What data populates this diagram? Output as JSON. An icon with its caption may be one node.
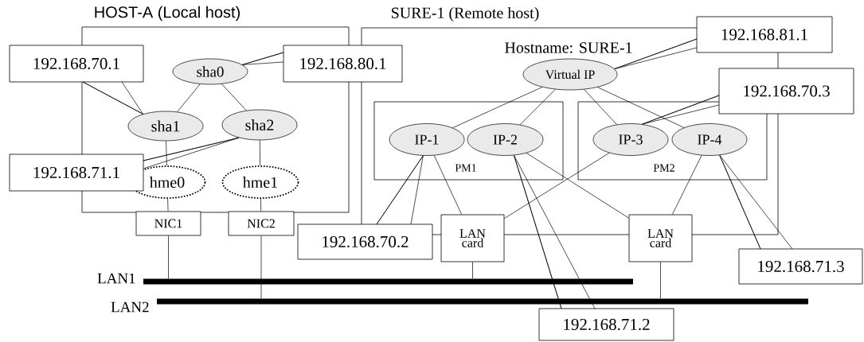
{
  "diagram": {
    "nodes": [
      {
        "text": [
          "HOST-A (Local host)"
        ]
      },
      {
        "text": [
          "SURE-1 (Remote host)",
          "Hostname: SURE-1"
        ]
      },
      {
        "text": [
          "sha0"
        ],
        "in": 0
      },
      {
        "text": [
          "sha1"
        ],
        "in": 0
      },
      {
        "text": [
          "sha2"
        ],
        "in": 0
      },
      {
        "text": [
          "hme0"
        ],
        "in": 0
      },
      {
        "text": [
          "hme1"
        ],
        "in": 0
      },
      {
        "text": [
          "NIC1"
        ]
      },
      {
        "text": [
          "NIC2"
        ]
      },
      {
        "text": [
          "Virtual IP"
        ],
        "in": 1
      },
      {
        "text": [
          "PM1"
        ],
        "in": 1
      },
      {
        "text": [
          "PM2"
        ],
        "in": 1
      },
      {
        "text": [
          "IP-1"
        ],
        "in": 10
      },
      {
        "text": [
          "IP-2"
        ],
        "in": 10
      },
      {
        "text": [
          "IP-3"
        ],
        "in": 11
      },
      {
        "text": [
          "IP-4"
        ],
        "in": 11
      },
      {
        "text": [
          "LAN card"
        ]
      },
      {
        "text": [
          "LAN card"
        ]
      },
      {
        "text": [],
        "shape": "bar",
        "beside": [
          "LAN1"
        ]
      },
      {
        "text": [],
        "shape": "bar",
        "beside": [
          "LAN2"
        ]
      },
      {
        "text": [
          "192.168.70.1"
        ]
      },
      {
        "text": [
          "192.168.80.1"
        ]
      },
      {
        "text": [
          "192.168.71.1"
        ]
      },
      {
        "text": [
          "192.168.81.1"
        ]
      },
      {
        "text": [
          "192.168.70.3"
        ]
      },
      {
        "text": [
          "192.168.70.2"
        ]
      },
      {
        "text": [
          "192.168.71.2"
        ]
      },
      {
        "text": [
          "192.168.71.3"
        ]
      }
    ],
    "edges": [
      {
        "from": 2,
        "to": 3,
        "arrow": "none"
      },
      {
        "from": 2,
        "to": 4,
        "arrow": "none"
      },
      {
        "from": 3,
        "to": 5,
        "arrow": "none"
      },
      {
        "from": 4,
        "to": 6,
        "arrow": "none"
      },
      {
        "from": 5,
        "to": 7,
        "arrow": "none"
      },
      {
        "from": 6,
        "to": 8,
        "arrow": "none"
      },
      {
        "from": 7,
        "to": 18,
        "arrow": "none"
      },
      {
        "from": 8,
        "to": 19,
        "arrow": "none"
      },
      {
        "from": 9,
        "to": 12,
        "arrow": "none"
      },
      {
        "from": 9,
        "to": 13,
        "arrow": "none"
      },
      {
        "from": 9,
        "to": 14,
        "arrow": "none"
      },
      {
        "from": 9,
        "to": 15,
        "arrow": "none"
      },
      {
        "from": 12,
        "to": 16,
        "arrow": "none"
      },
      {
        "from": 14,
        "to": 16,
        "arrow": "none"
      },
      {
        "from": 13,
        "to": 17,
        "arrow": "none"
      },
      {
        "from": 15,
        "to": 17,
        "arrow": "none"
      },
      {
        "from": 16,
        "to": 18,
        "arrow": "none"
      },
      {
        "from": 17,
        "to": 19,
        "arrow": "none"
      },
      {
        "from": 20,
        "to": 3,
        "arrow": "none"
      },
      {
        "from": 21,
        "to": 2,
        "arrow": "none"
      },
      {
        "from": 22,
        "to": 4,
        "arrow": "none"
      },
      {
        "from": 23,
        "to": 9,
        "arrow": "none"
      },
      {
        "from": 24,
        "to": 14,
        "arrow": "none"
      },
      {
        "from": 25,
        "to": 12,
        "arrow": "none"
      },
      {
        "from": 26,
        "to": 13,
        "arrow": "none"
      },
      {
        "from": 27,
        "to": 15,
        "arrow": "none"
      }
    ]
  }
}
